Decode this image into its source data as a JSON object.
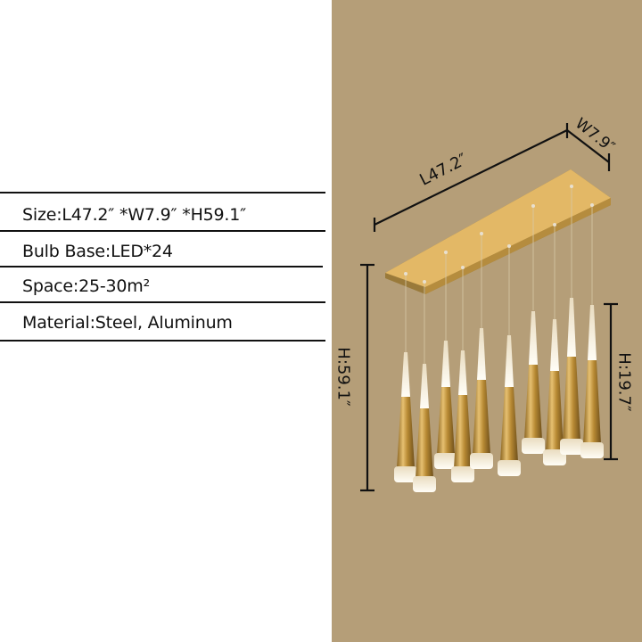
{
  "specs": {
    "rows": [
      {
        "label": "Size",
        "value": "L47.2″   *W7.9″   *H59.1″",
        "text": "Size:L47.2″   *W7.9″   *H59.1″"
      },
      {
        "label": "Bulb Base",
        "value": "LED*24",
        "text": "Bulb Base:LED*24"
      },
      {
        "label": "Space",
        "value": "25-30m²",
        "text": "Space:25-30m²"
      },
      {
        "label": "Material",
        "value": "Steel, Aluminum",
        "text": "Material:Steel, Aluminum"
      }
    ]
  },
  "product_image": {
    "description": "Gold rectangular canopy chandelier with 10 cone pendant lights",
    "background_color": "#b59e78",
    "dimensions": {
      "length": "L47.2″",
      "width": "W7.9″",
      "height_total": "H:59.1″",
      "height_pendant": "H:19.7″"
    }
  },
  "colors": {
    "text": "#111111",
    "gold": "#c9a24a",
    "canopy": "#e3b866",
    "glow": "#fbf6ea"
  }
}
